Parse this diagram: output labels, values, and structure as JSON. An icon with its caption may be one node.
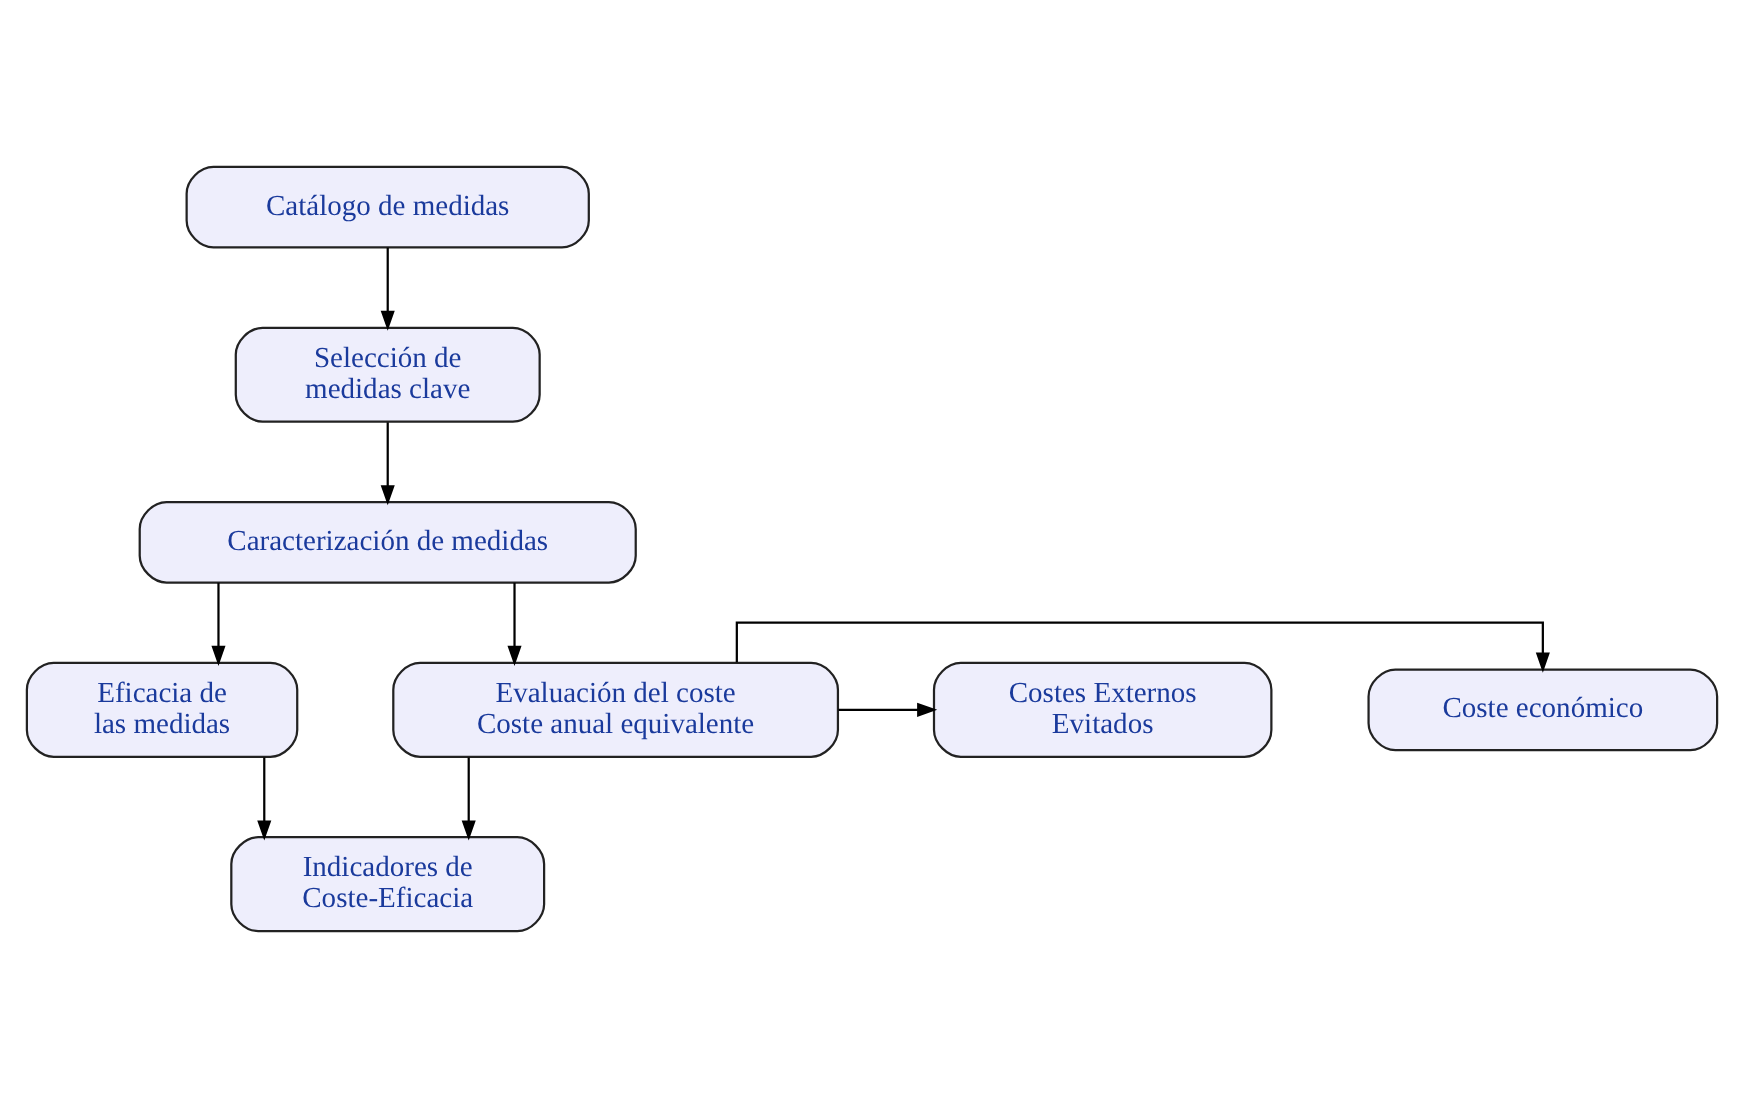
{
  "diagram": {
    "nodes": [
      {
        "text": [
          "Catálogo de medidas"
        ]
      },
      {
        "text": [
          "Selección de medidas clave"
        ]
      },
      {
        "text": [
          "Caracterización de medidas"
        ]
      },
      {
        "text": [
          "Eficacia de las medidas"
        ]
      },
      {
        "text": [
          "Evaluación del coste",
          "Coste anual equivalente"
        ]
      },
      {
        "text": [
          "Coste económico"
        ]
      },
      {
        "text": [
          "Costes Externos Evitados"
        ]
      },
      {
        "text": [
          "Indicadores de Coste-Eficacia"
        ]
      }
    ],
    "edges": [
      {
        "from": 0,
        "to": 1,
        "arrow": "to"
      },
      {
        "from": 1,
        "to": 2,
        "arrow": "to"
      },
      {
        "from": 2,
        "to": 3,
        "arrow": "to"
      },
      {
        "from": 2,
        "to": 4,
        "arrow": "to"
      },
      {
        "from": 4,
        "to": 5,
        "arrow": "to"
      },
      {
        "from": 4,
        "to": 6,
        "arrow": "to"
      },
      {
        "from": 3,
        "to": 7,
        "arrow": "to"
      },
      {
        "from": 4,
        "to": 7,
        "arrow": "to"
      }
    ]
  }
}
